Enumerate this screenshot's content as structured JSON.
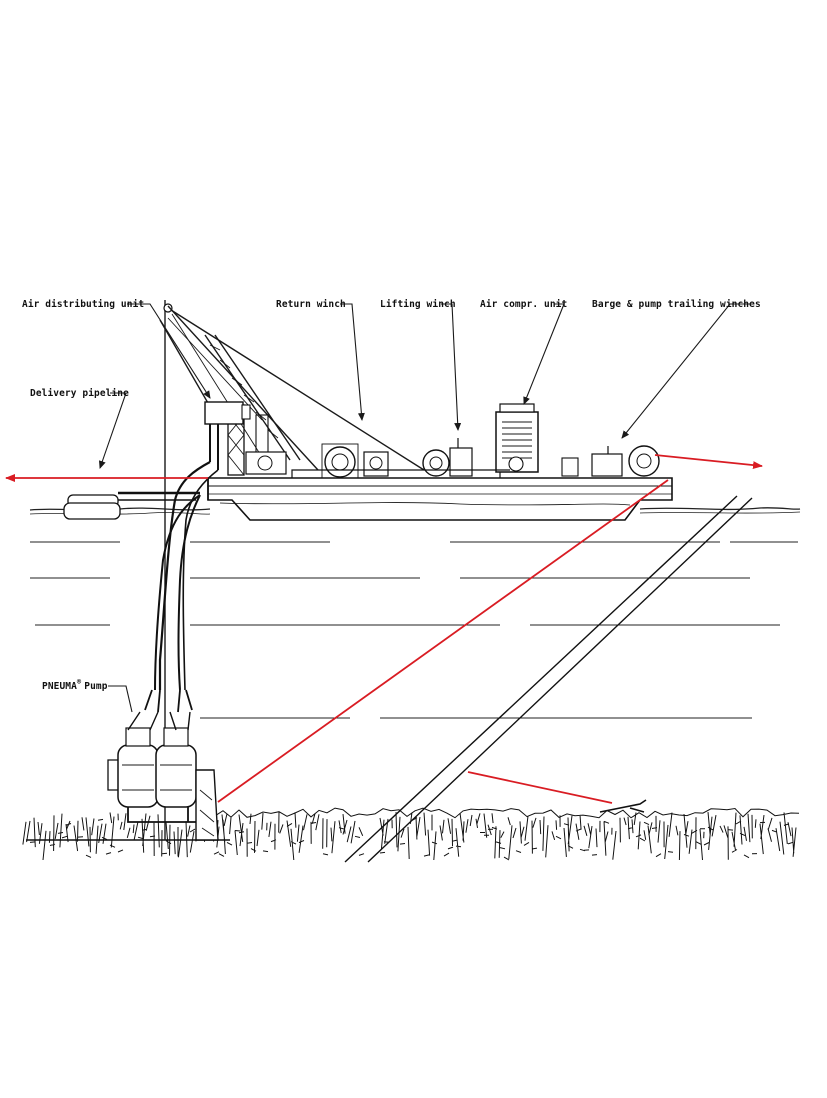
{
  "labels": {
    "air_distributing_unit": "Air distributing unit",
    "return_winch": "Return winch",
    "lifting_winch": "Lifting winch",
    "air_compr_unit": "Air compr. unit",
    "barge_pump_trailing_winches": "Barge & pump trailing winches",
    "delivery_pipeline": "Delivery pipeline",
    "pneuma_pump_name": "PNEUMA",
    "pneuma_pump_mark": "®",
    "pneuma_pump_word": "Pump"
  },
  "colors": {
    "ink": "#1a1a1a",
    "cable_red": "#d91c23",
    "background": "#ffffff"
  }
}
